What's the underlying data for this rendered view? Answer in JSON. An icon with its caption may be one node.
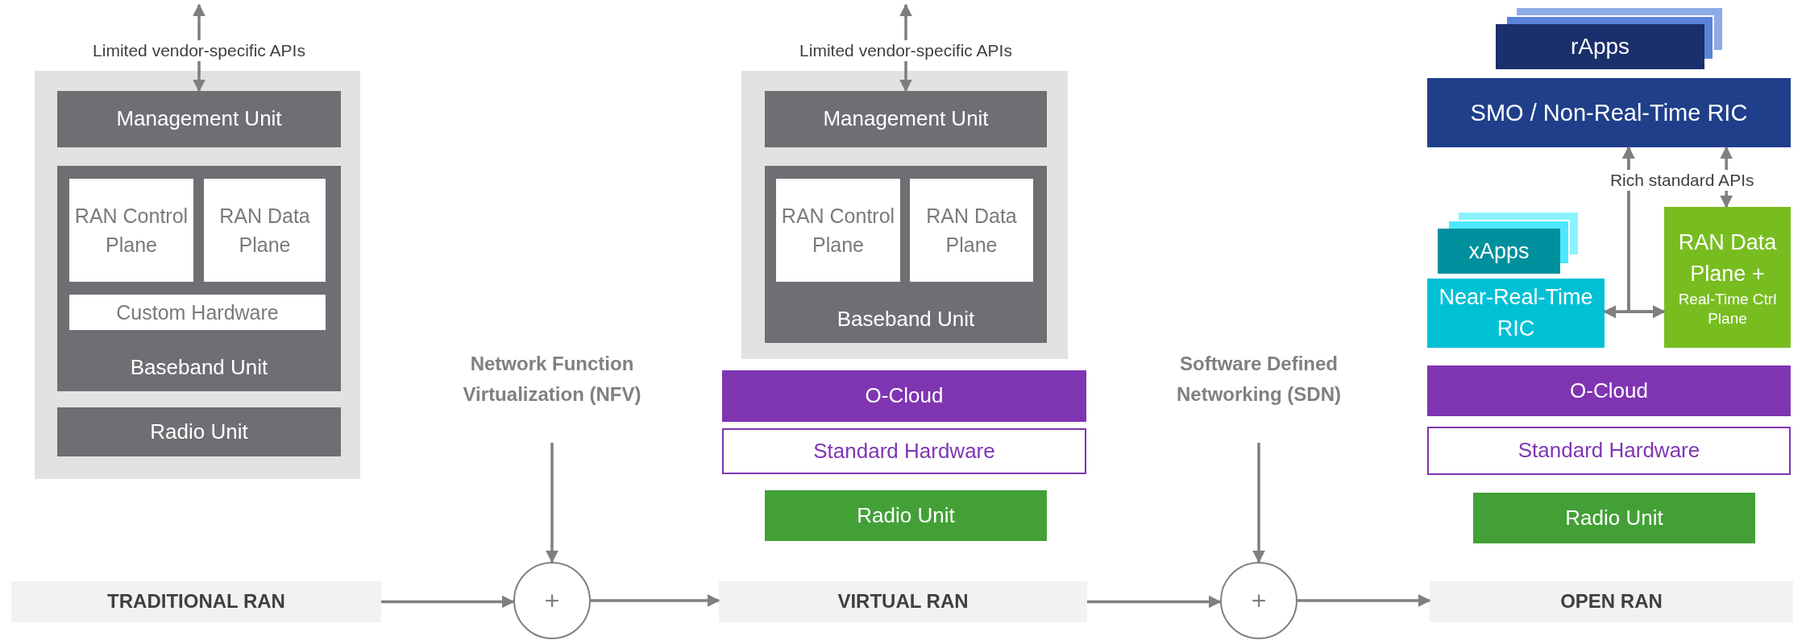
{
  "diagram": {
    "nodes": [
      {
        "text": [],
        "shape": "box"
      },
      {
        "text": [
          "Management Unit"
        ],
        "in": 0
      },
      {
        "text": [
          "Baseband Unit"
        ],
        "in": 0
      },
      {
        "text": [
          "RAN Control Plane"
        ],
        "in": 2
      },
      {
        "text": [
          "RAN Data Plane"
        ],
        "in": 2
      },
      {
        "text": [
          "Custom Hardware"
        ],
        "in": 2
      },
      {
        "text": [
          "Radio Unit"
        ],
        "in": 0
      },
      {
        "text": [
          "Network Function Virtualization (NFV)"
        ]
      },
      {
        "text": [],
        "shape": "box"
      },
      {
        "text": [
          "Management Unit"
        ],
        "in": 8
      },
      {
        "text": [
          "Baseband Unit"
        ],
        "in": 8
      },
      {
        "text": [
          "RAN Control Plane"
        ],
        "in": 10
      },
      {
        "text": [
          "RAN Data Plane"
        ],
        "in": 10
      },
      {
        "text": [
          "O-Cloud"
        ]
      },
      {
        "text": [
          "Standard Hardware"
        ]
      },
      {
        "text": [
          "Radio Unit"
        ]
      },
      {
        "text": [
          "Software Defined Networking (SDN)"
        ]
      },
      {
        "text": [
          "rApps"
        ]
      },
      {
        "text": [
          "SMO / Non-Real-Time RIC"
        ]
      },
      {
        "text": [
          "xApps"
        ]
      },
      {
        "text": [
          "Near-Real-Time RIC"
        ]
      },
      {
        "text": [
          "RAN Data Plane +",
          "Real-Time Ctrl Plane"
        ]
      },
      {
        "text": [
          "O-Cloud"
        ]
      },
      {
        "text": [
          "Standard Hardware"
        ]
      },
      {
        "text": [
          "Radio Unit"
        ]
      },
      {
        "text": [
          "TRADITIONAL RAN"
        ]
      },
      {
        "text": [
          "+"
        ]
      },
      {
        "text": [
          "VIRTUAL RAN"
        ]
      },
      {
        "text": [
          "+"
        ]
      },
      {
        "text": [
          "OPEN RAN"
        ]
      }
    ],
    "edges": [
      {
        "from": null,
        "to": 1,
        "arrow": "both",
        "label": "Limited vendor-specific APIs"
      },
      {
        "from": null,
        "to": 9,
        "arrow": "both",
        "label": "Limited vendor-specific APIs"
      },
      {
        "from": 20,
        "to": 21,
        "arrow": "both"
      },
      {
        "from": 18,
        "to": 20,
        "arrow": "both"
      },
      {
        "from": 18,
        "to": 21,
        "arrow": "both"
      },
      {
        "from": 18,
        "to": 21,
        "arrow": "both",
        "label": "Rich standard APIs"
      },
      {
        "from": 25,
        "to": 26,
        "arrow": "to"
      },
      {
        "from": 7,
        "to": 26,
        "arrow": "to"
      },
      {
        "from": 26,
        "to": 27,
        "arrow": "to"
      },
      {
        "from": 27,
        "to": 28,
        "arrow": "to"
      },
      {
        "from": 16,
        "to": 28,
        "arrow": "to"
      },
      {
        "from": 28,
        "to": 29,
        "arrow": "to"
      }
    ]
  }
}
